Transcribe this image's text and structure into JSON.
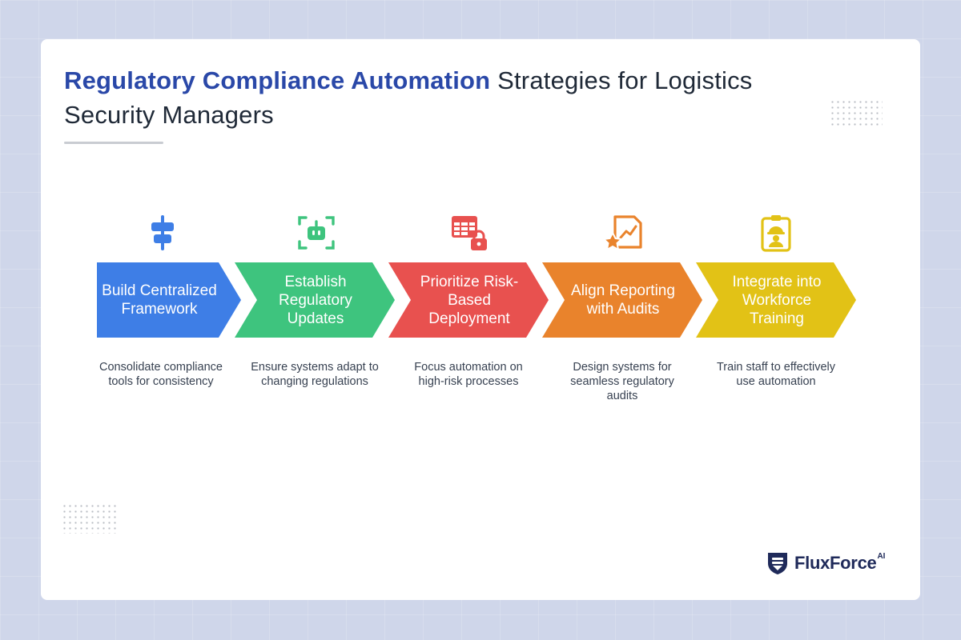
{
  "title": {
    "highlight": "Regulatory Compliance Automation",
    "rest": " Strategies for Logistics Security Managers"
  },
  "steps": [
    {
      "label": "Build Centralized Framework",
      "description": "Consolidate compliance tools for consistency",
      "color": "#3e7ee6",
      "icon": "align-center-icon"
    },
    {
      "label": "Establish Regulatory Updates",
      "description": "Ensure systems adapt to changing regulations",
      "color": "#3ec47e",
      "icon": "robot-scan-icon"
    },
    {
      "label": "Prioritize Risk-Based Deployment",
      "description": "Focus automation on high-risk processes",
      "color": "#e8514f",
      "icon": "table-lock-icon"
    },
    {
      "label": "Align Reporting with Audits",
      "description": "Design systems for seamless regulatory audits",
      "color": "#e9832c",
      "icon": "report-star-icon"
    },
    {
      "label": "Integrate into Workforce Training",
      "description": "Train staff to effectively use automation",
      "color": "#e2c216",
      "icon": "worker-badge-icon"
    }
  ],
  "brand": {
    "name": "FluxForce",
    "superscript": "AI",
    "color": "#1f2a5a"
  }
}
